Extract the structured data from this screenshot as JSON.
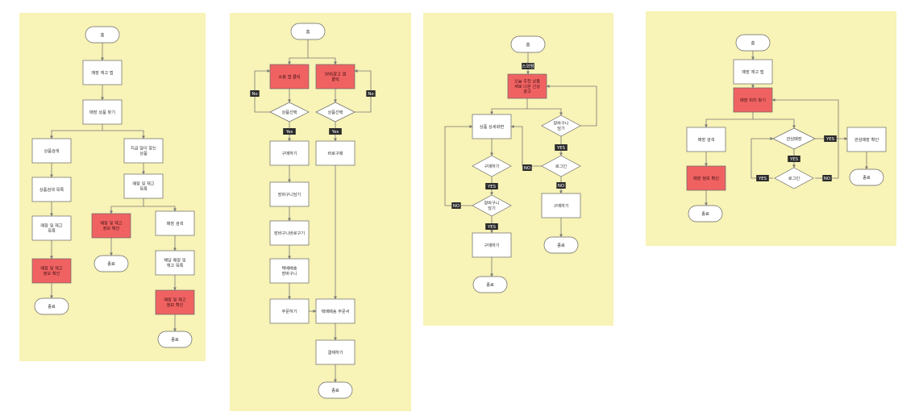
{
  "colors": {
    "panel": "#f8f3b6",
    "node_fill": "#ffffff",
    "node_stroke": "#666666",
    "highlight": "#f06262",
    "tag_bg": "#2b2b2b",
    "tag_text": "#ffffff",
    "line": "#777777"
  },
  "diagrams": [
    {
      "nodes": [
        {
          "id": "start",
          "shape": "terminal",
          "text": "홈"
        },
        {
          "id": "app",
          "shape": "rect",
          "text": "매장 재고 찝"
        },
        {
          "id": "find",
          "shape": "rect",
          "text": "매장 상품 찾기"
        },
        {
          "id": "search",
          "shape": "rect",
          "text": "상품검색"
        },
        {
          "id": "nearby",
          "shape": "rect",
          "text": "지금 많이 찾는 상품"
        },
        {
          "id": "searchlist",
          "shape": "rect",
          "text": "상품검색 목록"
        },
        {
          "id": "stocklist1",
          "shape": "rect",
          "text": "매장 및 재고 목록"
        },
        {
          "id": "stocklist2",
          "shape": "rect",
          "text": "매장 및 재고 목록"
        },
        {
          "id": "confirm1",
          "shape": "rect",
          "highlight": true,
          "text": "매장 및 재고 정보 확인"
        },
        {
          "id": "confirm2",
          "shape": "rect",
          "highlight": true,
          "text": "매장 및 재고 정보 확인"
        },
        {
          "id": "storesearch",
          "shape": "rect",
          "text": "매장 검색"
        },
        {
          "id": "end1",
          "shape": "terminal",
          "text": "종료"
        },
        {
          "id": "end2",
          "shape": "terminal",
          "text": "종료"
        },
        {
          "id": "storestock",
          "shape": "rect",
          "text": "해당 매장 및 재고 목록"
        },
        {
          "id": "confirm3",
          "shape": "rect",
          "highlight": true,
          "text": "매장 및 재고 정보 확인"
        },
        {
          "id": "end3",
          "shape": "terminal",
          "text": "종료"
        }
      ],
      "tags": []
    },
    {
      "nodes": [
        {
          "id": "start",
          "shape": "terminal",
          "text": "홈"
        },
        {
          "id": "app1",
          "shape": "rect",
          "highlight": true,
          "text": "쇼핑 앱 클릭"
        },
        {
          "id": "app2",
          "shape": "rect",
          "highlight": true,
          "text": "SNS광고 앱 클릭"
        },
        {
          "id": "sel1",
          "shape": "diamond",
          "text": "상품선택"
        },
        {
          "id": "sel2",
          "shape": "diamond",
          "text": "상품선택"
        },
        {
          "id": "buy",
          "shape": "rect",
          "text": "구매하기"
        },
        {
          "id": "direct",
          "shape": "rect",
          "text": "바로구매"
        },
        {
          "id": "cart",
          "shape": "rect",
          "text": "장바구니담기"
        },
        {
          "id": "cartbuy",
          "shape": "rect",
          "text": "장바구니바로구기"
        },
        {
          "id": "delivery",
          "shape": "rect",
          "text": "택배배송 장바구니"
        },
        {
          "id": "order",
          "shape": "rect",
          "text": "주문하기"
        },
        {
          "id": "orderform",
          "shape": "rect",
          "text": "택배배송 주문서"
        },
        {
          "id": "pay",
          "shape": "rect",
          "text": "결제하기"
        },
        {
          "id": "end",
          "shape": "terminal",
          "text": "종료"
        }
      ],
      "tags": [
        "No",
        "No",
        "Yes",
        "Yes"
      ]
    },
    {
      "nodes": [
        {
          "id": "start",
          "shape": "terminal",
          "text": "홈"
        },
        {
          "id": "rec",
          "shape": "rect",
          "highlight": true,
          "text": "오늘 추천 상품 새로 나온 신상 광고"
        },
        {
          "id": "detail",
          "shape": "rect",
          "text": "상품 상세화면"
        },
        {
          "id": "cartq",
          "shape": "diamond",
          "text": "장바구니 담기"
        },
        {
          "id": "buyq",
          "shape": "diamond",
          "text": "구매하기"
        },
        {
          "id": "loginq",
          "shape": "diamond",
          "text": "로그인"
        },
        {
          "id": "cartq2",
          "shape": "diamond",
          "text": "장바구니 담기"
        },
        {
          "id": "buy1",
          "shape": "rect",
          "text": "구매하기"
        },
        {
          "id": "buy2",
          "shape": "rect",
          "text": "구매하기"
        },
        {
          "id": "end1",
          "shape": "terminal",
          "text": "종료"
        },
        {
          "id": "end2",
          "shape": "terminal",
          "text": "종료"
        }
      ],
      "tags": [
        "스와핑",
        "NO",
        "YES",
        "NO",
        "YES",
        "NO",
        "YES"
      ]
    },
    {
      "nodes": [
        {
          "id": "start",
          "shape": "terminal",
          "text": "홈"
        },
        {
          "id": "app",
          "shape": "rect",
          "text": "매장 재고 찝"
        },
        {
          "id": "findloc",
          "shape": "rect",
          "highlight": true,
          "text": "매장 위치 찾기"
        },
        {
          "id": "storesearch",
          "shape": "rect",
          "text": "매장 검색"
        },
        {
          "id": "favq",
          "shape": "diamond",
          "text": "관심매장"
        },
        {
          "id": "favconfirm",
          "shape": "rect",
          "text": "관심매장 확인"
        },
        {
          "id": "info",
          "shape": "rect",
          "highlight": true,
          "text": "매장 정보 확인"
        },
        {
          "id": "loginq",
          "shape": "diamond",
          "text": "로그인"
        },
        {
          "id": "end1",
          "shape": "terminal",
          "text": "종료"
        },
        {
          "id": "end2",
          "shape": "terminal",
          "text": "종료"
        }
      ],
      "tags": [
        "YES",
        "YES",
        "YES",
        "NO"
      ]
    }
  ]
}
